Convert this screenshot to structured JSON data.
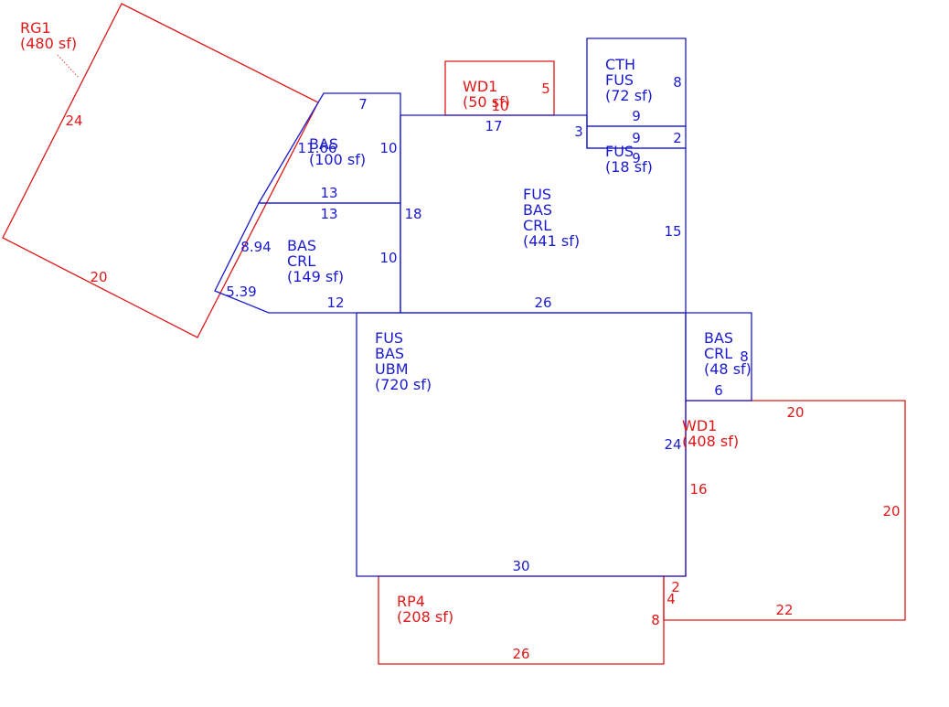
{
  "colors": {
    "living": "#1a1ad0",
    "exterior": "#e01818",
    "background": "#ffffff"
  },
  "areas": {
    "rg1": {
      "lines": [
        "RG1",
        "(480 sf)"
      ]
    },
    "bas1": {
      "lines": [
        "BAS",
        "(100 sf)"
      ]
    },
    "bas2": {
      "lines": [
        "BAS",
        "CRL",
        "(149 sf)"
      ]
    },
    "wd1a": {
      "lines": [
        "WD1",
        "(50 sf)"
      ]
    },
    "cth": {
      "lines": [
        "CTH",
        "FUS",
        "(72 sf)"
      ]
    },
    "fus18": {
      "lines": [
        "FUS",
        "(18 sf)"
      ]
    },
    "main": {
      "lines": [
        "FUS",
        "BAS",
        "CRL",
        "(441 sf)"
      ]
    },
    "ubm": {
      "lines": [
        "FUS",
        "BAS",
        "UBM",
        "(720 sf)"
      ]
    },
    "bas48": {
      "lines": [
        "BAS",
        "CRL",
        "(48 sf)"
      ]
    },
    "wd1b": {
      "lines": [
        "WD1",
        "(408 sf)"
      ]
    },
    "rp4": {
      "lines": [
        "RP4",
        "(208 sf)"
      ]
    }
  },
  "dimensions": {
    "rg1_side": "24",
    "rg1_bottom": "20",
    "bas1_top": "7",
    "bas1_diag": "11.66",
    "bas1_right": "10",
    "bas1_bottom": "13",
    "bas2_top": "13",
    "bas2_left": "8.94",
    "bas2_corner": "5.39",
    "bas2_right": "10",
    "bas2_bottom": "12",
    "main_left": "18",
    "main_top": "17",
    "main_step": "3",
    "main_right": "15",
    "main_bottom": "26",
    "wd1a_right": "5",
    "wd1a_bottom": "10",
    "cth_right": "8",
    "cth_bottom": "9",
    "fus18_top": "9",
    "fus18_right": "2",
    "fus18_bottom": "9",
    "bas48_right": "8",
    "bas48_bottom": "6",
    "ubm_right": "24",
    "ubm_bottom": "30",
    "wd1b_top": "20",
    "wd1b_right": "20",
    "wd1b_bottom": "22",
    "wd1b_left": "16",
    "wd1b_step_a": "2",
    "wd1b_step_b": "4",
    "rp4_right": "8",
    "rp4_bottom": "26"
  }
}
